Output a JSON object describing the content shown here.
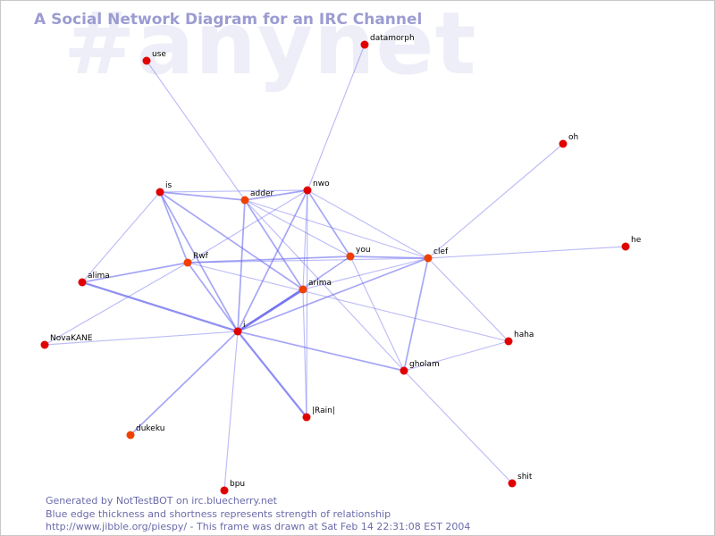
{
  "watermark": "#anynet",
  "title": "A Social Network Diagram for an IRC Channel",
  "colors": {
    "edge": "#6a6af0",
    "node": "#e00000",
    "node_warm": "#f04000",
    "title": "#9c9cd2",
    "footer": "#6a6aaa"
  },
  "nodes": [
    {
      "id": "use",
      "label": "use"
    },
    {
      "id": "datamorph",
      "label": "datamorph"
    },
    {
      "id": "oh",
      "label": "oh"
    },
    {
      "id": "is",
      "label": "is"
    },
    {
      "id": "adder",
      "label": "adder"
    },
    {
      "id": "nwo",
      "label": "nwo"
    },
    {
      "id": "he",
      "label": "he"
    },
    {
      "id": "you",
      "label": "you"
    },
    {
      "id": "clef",
      "label": "clef"
    },
    {
      "id": "Rwf",
      "label": "Rwf"
    },
    {
      "id": "alima",
      "label": "alima"
    },
    {
      "id": "arima",
      "label": "arima"
    },
    {
      "id": "i",
      "label": "i"
    },
    {
      "id": "NovaKANE",
      "label": "NovaKANE"
    },
    {
      "id": "haha",
      "label": "haha"
    },
    {
      "id": "gholam",
      "label": "gholam"
    },
    {
      "id": "Rain",
      "label": "|Rain|"
    },
    {
      "id": "dukeku",
      "label": "dukeku"
    },
    {
      "id": "shit",
      "label": "shit"
    },
    {
      "id": "bpu",
      "label": "bpu"
    }
  ],
  "edges": [
    {
      "from": "use",
      "to": "adder",
      "weight": 1
    },
    {
      "from": "datamorph",
      "to": "nwo",
      "weight": 1
    },
    {
      "from": "oh",
      "to": "clef",
      "weight": 1
    },
    {
      "from": "he",
      "to": "clef",
      "weight": 1
    },
    {
      "from": "is",
      "to": "adder",
      "weight": 2
    },
    {
      "from": "is",
      "to": "nwo",
      "weight": 1
    },
    {
      "from": "is",
      "to": "Rwf",
      "weight": 2
    },
    {
      "from": "is",
      "to": "alima",
      "weight": 1
    },
    {
      "from": "is",
      "to": "i",
      "weight": 2
    },
    {
      "from": "is",
      "to": "arima",
      "weight": 2
    },
    {
      "from": "adder",
      "to": "nwo",
      "weight": 2
    },
    {
      "from": "adder",
      "to": "i",
      "weight": 2
    },
    {
      "from": "adder",
      "to": "arima",
      "weight": 2
    },
    {
      "from": "adder",
      "to": "you",
      "weight": 1
    },
    {
      "from": "adder",
      "to": "clef",
      "weight": 1
    },
    {
      "from": "adder",
      "to": "gholam",
      "weight": 1
    },
    {
      "from": "nwo",
      "to": "i",
      "weight": 2
    },
    {
      "from": "nwo",
      "to": "arima",
      "weight": 1
    },
    {
      "from": "nwo",
      "to": "you",
      "weight": 2
    },
    {
      "from": "nwo",
      "to": "clef",
      "weight": 1
    },
    {
      "from": "nwo",
      "to": "Rain",
      "weight": 1
    },
    {
      "from": "nwo",
      "to": "Rwf",
      "weight": 1
    },
    {
      "from": "Rwf",
      "to": "you",
      "weight": 2
    },
    {
      "from": "Rwf",
      "to": "clef",
      "weight": 1
    },
    {
      "from": "Rwf",
      "to": "alima",
      "weight": 2
    },
    {
      "from": "Rwf",
      "to": "i",
      "weight": 2
    },
    {
      "from": "Rwf",
      "to": "NovaKANE",
      "weight": 1
    },
    {
      "from": "Rwf",
      "to": "haha",
      "weight": 1
    },
    {
      "from": "alima",
      "to": "i",
      "weight": 3
    },
    {
      "from": "arima",
      "to": "i",
      "weight": 4
    },
    {
      "from": "arima",
      "to": "you",
      "weight": 1
    },
    {
      "from": "arima",
      "to": "clef",
      "weight": 1
    },
    {
      "from": "arima",
      "to": "Rain",
      "weight": 1
    },
    {
      "from": "you",
      "to": "clef",
      "weight": 2
    },
    {
      "from": "you",
      "to": "gholam",
      "weight": 1
    },
    {
      "from": "you",
      "to": "i",
      "weight": 1
    },
    {
      "from": "clef",
      "to": "gholam",
      "weight": 2
    },
    {
      "from": "clef",
      "to": "haha",
      "weight": 1
    },
    {
      "from": "clef",
      "to": "i",
      "weight": 2
    },
    {
      "from": "i",
      "to": "NovaKANE",
      "weight": 1
    },
    {
      "from": "i",
      "to": "Rain",
      "weight": 3
    },
    {
      "from": "i",
      "to": "dukeku",
      "weight": 2
    },
    {
      "from": "i",
      "to": "bpu",
      "weight": 1
    },
    {
      "from": "i",
      "to": "gholam",
      "weight": 2
    },
    {
      "from": "gholam",
      "to": "haha",
      "weight": 1
    },
    {
      "from": "gholam",
      "to": "shit",
      "weight": 1
    }
  ],
  "footer": {
    "line1": "Generated by NotTestBOT on irc.bluecherry.net",
    "line2": "Blue edge thickness and shortness represents strength of relationship",
    "line3": "http://www.jibble.org/piespy/ - This frame was drawn at Sat Feb 14 22:31:08 EST 2004"
  }
}
